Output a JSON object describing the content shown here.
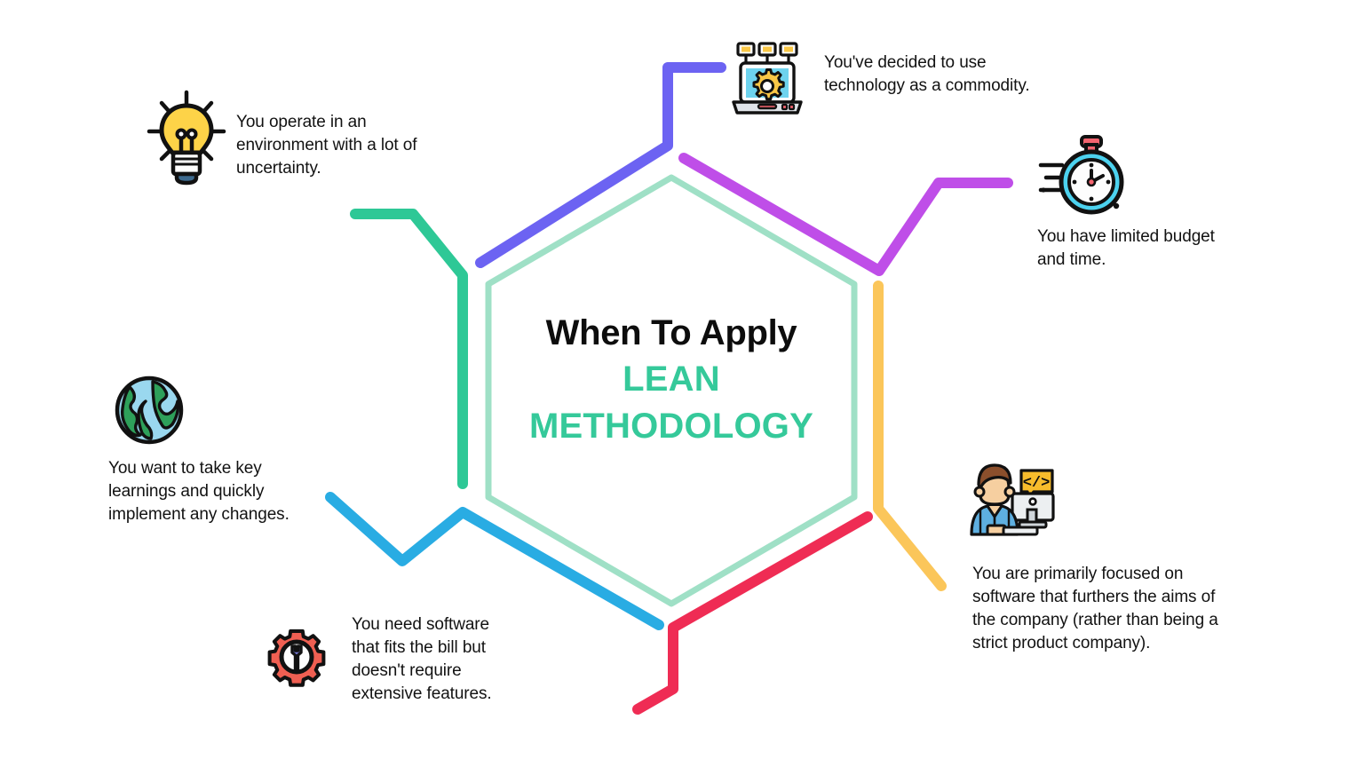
{
  "center": {
    "title_line1": "When To Apply",
    "title_line2": "LEAN",
    "title_line3": "METHODOLOGY",
    "title_color": "#0d0d0d",
    "accent_color": "#35c99a",
    "hexagon_stroke": "#9fe0c6"
  },
  "background": "#ffffff",
  "callouts": [
    {
      "id": "uncertainty",
      "text": "You operate in an environment with a lot of uncertainty.",
      "icon": "lightbulb-icon",
      "connector_color": "#2ec896",
      "position": "top-left"
    },
    {
      "id": "commodity",
      "text": "You've decided to use technology as a commodity.",
      "icon": "laptop-gear-icon",
      "connector_color": "#6c63f2",
      "position": "top"
    },
    {
      "id": "budget",
      "text": "You have limited budget and time.",
      "icon": "stopwatch-icon",
      "connector_color": "#bf4ee8",
      "position": "top-right"
    },
    {
      "id": "company",
      "text": "You are primarily focused on software that furthers the aims of the company (rather than being a strict product company).",
      "icon": "developer-monitor-icon",
      "connector_color": "#fcc killed",
      "position": "right"
    },
    {
      "id": "features",
      "text": "You need software that fits the bill but doesn't require extensive features.",
      "icon": "gear-wrench-icon",
      "connector_color": "#29ace3",
      "position": "bottom-left"
    },
    {
      "id": "learnings",
      "text": "You want to take key learnings and quickly implement any changes.",
      "icon": "globe-icon",
      "connector_color": "#29ace3",
      "position": "left"
    }
  ],
  "connector_colors": {
    "green": "#2ec896",
    "indigo": "#6c63f2",
    "purple": "#bf4ee8",
    "yellow": "#fbc65a",
    "crimson": "#ef2c54",
    "blue": "#29ace3"
  },
  "icon_palette": {
    "bulb_yellow": "#fdd348",
    "laptop_blue": "#6ed3ee",
    "laptop_gear": "#f9c747",
    "watch_ring": "#4cd2ef",
    "watch_button": "#f4646f",
    "dev_shirt": "#5eafe0",
    "dev_hair": "#8b4f2c",
    "code_bubble": "#f7bc2c",
    "gear_red": "#ef5f52",
    "wrench_purple": "#7b7fe0",
    "globe_ocean": "#9ad8ef",
    "globe_land": "#2ea05a",
    "outline": "#111111"
  }
}
